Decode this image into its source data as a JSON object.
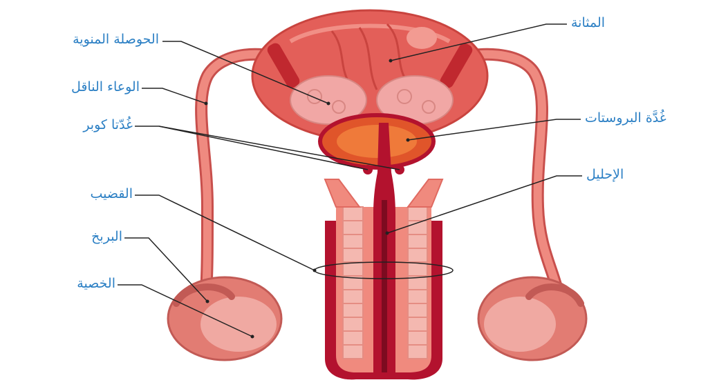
{
  "labels": {
    "seminal_vesicle": "الحوصلة المنوية",
    "vas_deferens": "الوعاء الناقل",
    "cowper_glands": "غُدّتا كوبر",
    "penis": "القضيب",
    "epididymis": "البربخ",
    "testis": "الخصية",
    "bladder": "المثانة",
    "prostate": "غُدَّة البروستات",
    "urethra": "الإحليل"
  },
  "colors": {
    "label_text": "#2b7fc4",
    "leader_line": "#222222",
    "tissue_light": "#f08a7e",
    "tissue_mid": "#e8645d",
    "tissue_dark": "#b3122e",
    "prostate": "#e0552a",
    "vesicle": "#f1a7a5"
  },
  "icons": [
    "male-reproductive-system-diagram"
  ]
}
